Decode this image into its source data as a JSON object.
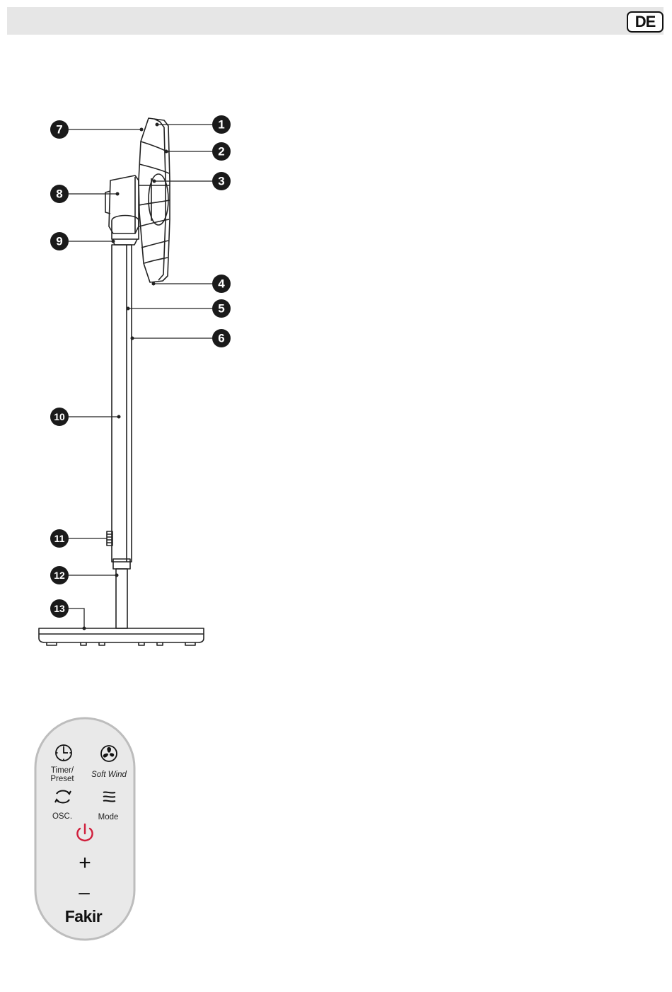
{
  "header": {
    "language_badge": "DE"
  },
  "diagram": {
    "callouts": [
      "1",
      "2",
      "3",
      "4",
      "5",
      "6",
      "7",
      "8",
      "9",
      "10",
      "11",
      "12",
      "13"
    ]
  },
  "remote": {
    "timer_label_line1": "Timer/",
    "timer_label_line2": "Preset",
    "soft_wind_label": "Soft Wind",
    "osc_label": "OSC.",
    "mode_label": "Mode",
    "plus_symbol": "+",
    "minus_symbol": "–",
    "brand": "Fakir",
    "power_color": "#d01f3c"
  }
}
